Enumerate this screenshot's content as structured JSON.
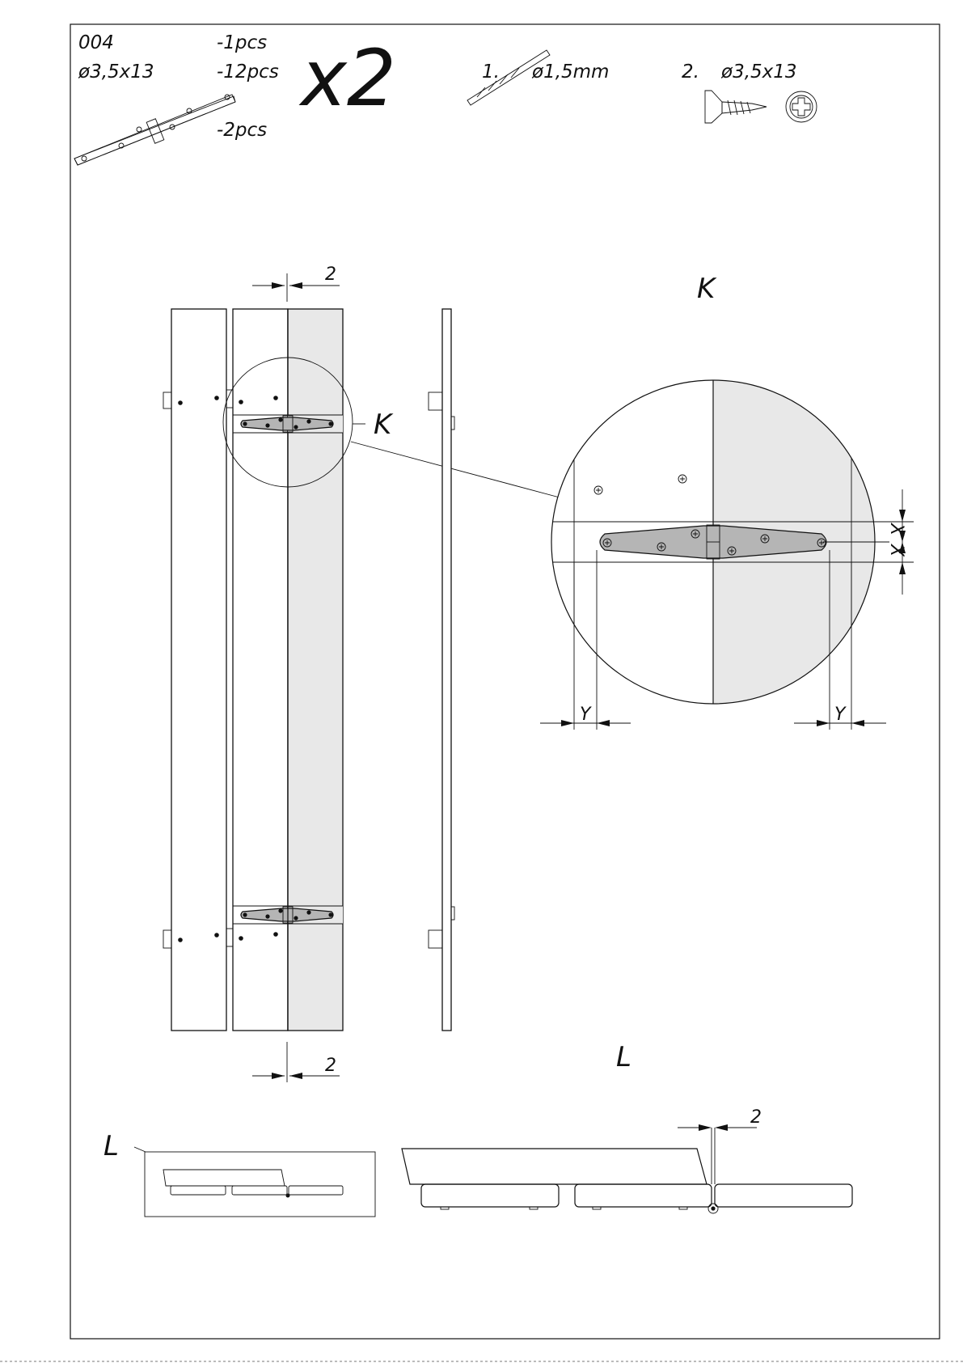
{
  "header": {
    "part_code": "004",
    "screw_spec": "ø3,5x13",
    "qty_1": "-1pcs",
    "qty_2": "-12pcs",
    "qty_3": "-2pcs",
    "multiplier": "x2"
  },
  "tools": {
    "drill_step": "1.",
    "drill_size": "ø1,5mm",
    "screw_step": "2.",
    "screw_size": "ø3,5x13"
  },
  "dimensions": {
    "gap_top": "2",
    "gap_bottom": "2",
    "gap_detail_l": "2",
    "offset_y": "Y",
    "offset_x": "X"
  },
  "views": {
    "detail_k": "K",
    "detail_l": "L"
  },
  "colors": {
    "line": "#111111",
    "shaded_board": "#e8e8e8",
    "hinge_fill": "#b5b5b5"
  }
}
